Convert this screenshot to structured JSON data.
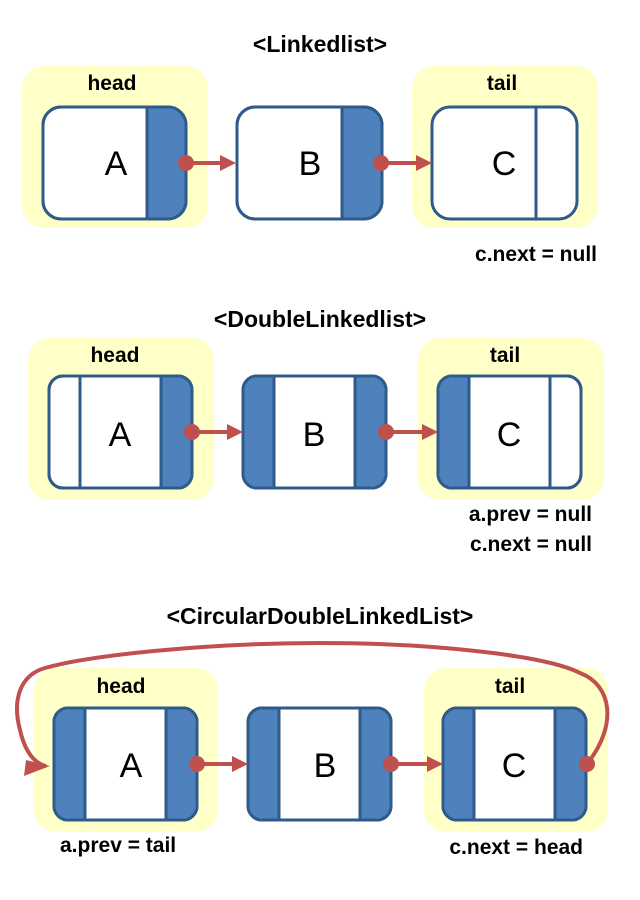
{
  "sections": [
    {
      "title": "<Linkedlist>",
      "head_label": "head",
      "tail_label": "tail",
      "nodes": [
        {
          "label": "A",
          "prev": "none",
          "next": "filled"
        },
        {
          "label": "B",
          "prev": "none",
          "next": "filled"
        },
        {
          "label": "C",
          "prev": "none",
          "next": "empty"
        }
      ],
      "notes_right": [
        "c.next = null"
      ],
      "notes_left": [],
      "circular": false
    },
    {
      "title": "<DoubleLinkedlist>",
      "head_label": "head",
      "tail_label": "tail",
      "nodes": [
        {
          "label": "A",
          "prev": "empty",
          "next": "filled"
        },
        {
          "label": "B",
          "prev": "filled",
          "next": "filled"
        },
        {
          "label": "C",
          "prev": "filled",
          "next": "empty"
        }
      ],
      "notes_right": [
        "a.prev = null",
        "c.next = null"
      ],
      "notes_left": [],
      "circular": false
    },
    {
      "title": "<CircularDoubleLinkedList>",
      "head_label": "head",
      "tail_label": "tail",
      "nodes": [
        {
          "label": "A",
          "prev": "filled",
          "next": "filled"
        },
        {
          "label": "B",
          "prev": "filled",
          "next": "filled"
        },
        {
          "label": "C",
          "prev": "filled",
          "next": "filled"
        }
      ],
      "notes_right": [
        "c.next = head"
      ],
      "notes_left": [
        "a.prev = tail"
      ],
      "circular": true
    }
  ],
  "colors": {
    "highlight": "#ffffc8",
    "node_border": "#2f5b8a",
    "pointer_fill": "#4f81bd",
    "link": "#c0504d"
  }
}
